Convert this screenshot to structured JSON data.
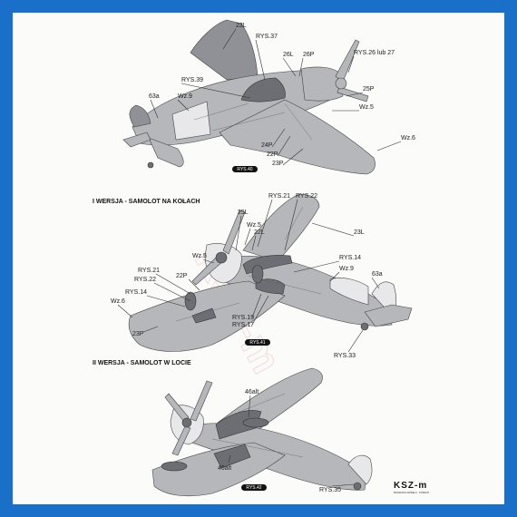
{
  "figure1": {
    "labels": {
      "l23L": "23L",
      "rys37": "RYS.37",
      "l26L": "26L",
      "l26P": "26P",
      "rys26": "RYS.26 lub 27",
      "rys39": "RYS.39",
      "l63a": "63a",
      "wz9": "Wz.9",
      "l25P": "25P",
      "wz5": "Wz.5",
      "wz6": "Wz.6",
      "l24P": "24P",
      "l22P": "22P",
      "l23P": "23P"
    },
    "badge": "RYS.40"
  },
  "section1": {
    "heading": "I WERSJA - SAMOLOT NA KOŁACH"
  },
  "figure2": {
    "labels": {
      "rys21a": "RYS.21",
      "rys22a": "RYS.22",
      "l25L": "25L",
      "wz5a": "Wz.5",
      "l22L": "22L",
      "l23L": "23L",
      "wz5b": "Wz.5",
      "rys14a": "RYS.14",
      "wz9": "Wz.9",
      "l63a": "63a",
      "rys21b": "RYS.21",
      "l22P": "22P",
      "rys22b": "RYS.22",
      "rys14b": "RYS.14",
      "wz6": "Wz.6",
      "rys19": "RYS.19",
      "rys17": "RYS.17",
      "l23P": "23P",
      "rys33": "RYS.33"
    },
    "badge": "RYS.41"
  },
  "section2": {
    "heading": "II WERSJA - SAMOLOT W LOCIE"
  },
  "figure3": {
    "labels": {
      "l46a": "46alt",
      "l46b": "46alt",
      "rys35": "RYS.35"
    },
    "badge": "RYS.42"
  },
  "logo": {
    "main": "KSZ-m",
    "sub": "BIOGRAFIA MODELU · POZNAŃ"
  },
  "watermark": "KSZ-m",
  "colors": {
    "frame": "#1a6fc9",
    "sheet": "#fbfbf9",
    "plane": "#b6b7bb",
    "plane_top": "#8f9196"
  }
}
